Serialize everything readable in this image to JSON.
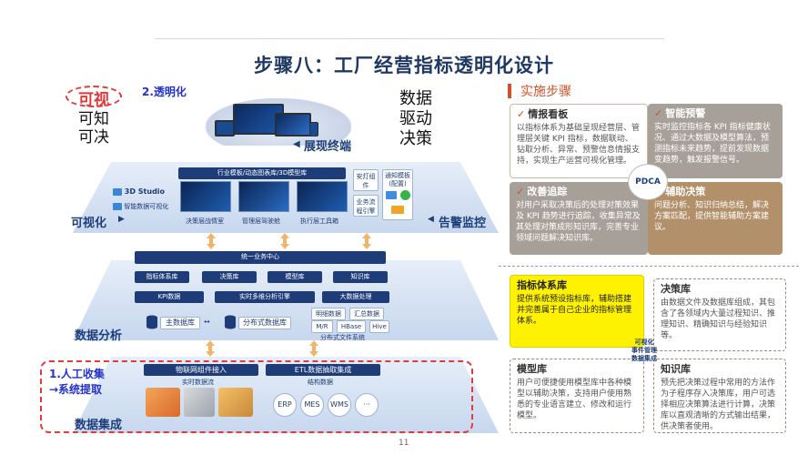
{
  "title": "步骤八：工厂经营指标透明化设计",
  "page_number": "11",
  "left": {
    "top_left": {
      "kv": "可视",
      "k2": "可知",
      "k3": "可决",
      "transparency": "2.透明化"
    },
    "top_right": {
      "l1": "数据",
      "l2": "驱动",
      "l3": "决策"
    },
    "display_terminal": "展现终端",
    "visual": {
      "label": "可视化",
      "alert": "告警监控",
      "header": "行业模板/动态图表库/3D模型库",
      "studio": "3D Studio",
      "smart": "智能数据可视化",
      "sub1": "决策层战情室",
      "sub2": "管理层驾驶舱",
      "sub3": "执行层工具箱",
      "sec1": "安灯组件",
      "sec2": "业务流程引擎",
      "notify": "通知模板(配置)"
    },
    "analysis": {
      "label": "数据分析",
      "center": "统一业务中心",
      "lib1": "指标体系库",
      "lib2": "决策库",
      "lib3": "模型库",
      "lib4": "知识库",
      "kpi": "KPI数据",
      "rt": "实时多维分析引擎",
      "big": "大数据处理",
      "mx": "明细数据",
      "hz": "汇总数据",
      "mr": "M/R",
      "hbase": "HBase",
      "hive": "Hive",
      "fs": "分布式文件系统",
      "main_db": "主数据库",
      "dist_db": "分布式数据库"
    },
    "integration": {
      "label": "数据集成",
      "manual1": "1.人工收集",
      "manual2": "→系统提取",
      "iot": "物联网组件接入",
      "etl": "ETL数据抽取集成",
      "realtime": "实时数据流",
      "struct": "结构数据",
      "erp": "ERP",
      "mes": "MES",
      "wms": "WMS",
      "more": "···"
    }
  },
  "right": {
    "heading": "实施步骤",
    "pdca": "PDCA",
    "c1": {
      "title": "情报看板",
      "body": "以指标体系为基础呈现经营层、管理层关键 KPI 指标，数据联动、钻取分析、异常、预警信息情报支持，实现生产运营可视化管理。"
    },
    "c2": {
      "title": "智能预警",
      "body": "实时监控指标各 KPI 指标健康状况、通过大数据及模型算法，预测指标未来趋势，提前发现数据变趋势，触发报警信号。"
    },
    "c3": {
      "title": "改善追踪",
      "body": "对用户采取决策后的处理对策效果及 KPI 趋势进行追踪，收集异常及其处理对策成形知识库，完善专业领域问题解决知识库。"
    },
    "c4": {
      "title": "辅助决策",
      "body": "问题分析、知识归纳总结，解决方案匹配，提供智能辅助方案建议。"
    },
    "b1": {
      "title": "指标体系库",
      "body": "提供系统预设指标库，辅助搭建并完善属于自己企业的指标管理体系。"
    },
    "b2": {
      "title": "决策库",
      "body": "由数据文件及数据库组成，其包含了各领域内大量过程知识、推理知识、精确知识与经验知识等。"
    },
    "b3": {
      "title": "模型库",
      "body": "用户可便捷使用模型库中各种模型以辅助决策，支持用户使用熟悉的专业语言建立、修改和运行模型。"
    },
    "b4": {
      "title": "知识库",
      "body": "预先把决策过程中常用的方法作为子程序存入决策库，用户可选择相应决策算法进行计算，决策库以直观清晰的方式输出结果，供决策者使用。"
    },
    "center_label": [
      "可视化",
      "事件管理",
      "数据集成"
    ]
  }
}
